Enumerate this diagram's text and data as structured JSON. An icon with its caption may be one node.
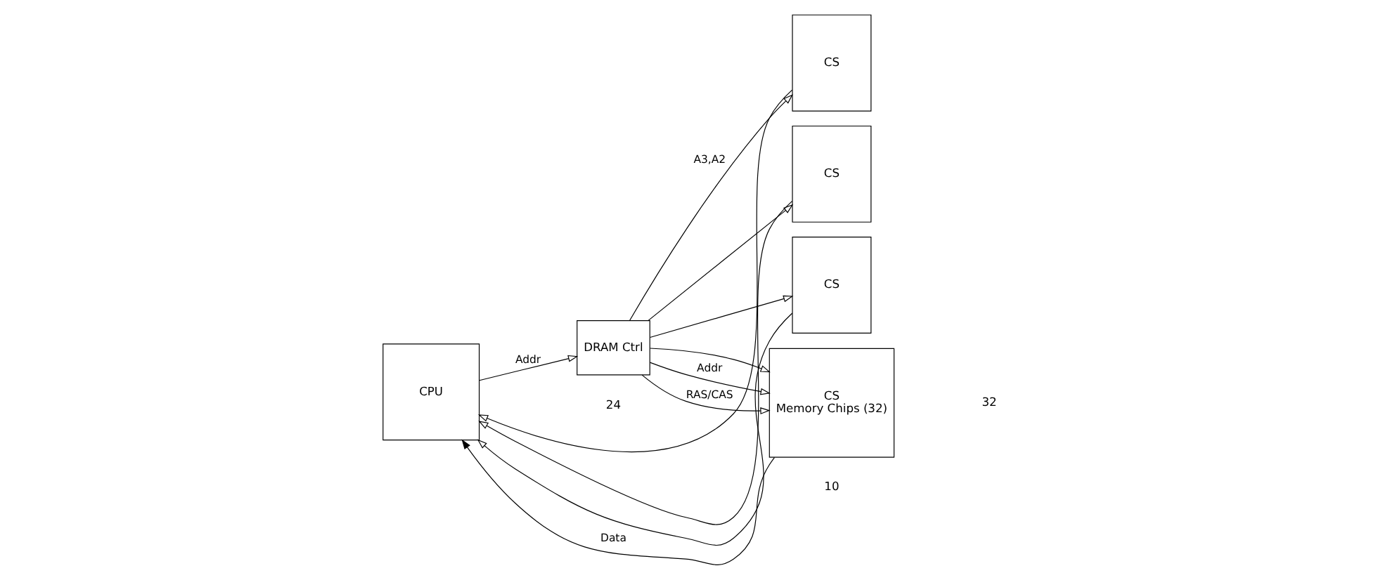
{
  "diagram": {
    "nodes": [
      {
        "text": [
          "CPU"
        ]
      },
      {
        "text": [
          "DRAM Ctrl"
        ]
      },
      {
        "text": [
          "CS"
        ]
      },
      {
        "text": [
          "CS"
        ]
      },
      {
        "text": [
          "CS"
        ]
      },
      {
        "text": [
          "CS",
          "Memory Chips (32)"
        ]
      }
    ],
    "edges": [
      {
        "from": 0,
        "to": 1,
        "arrow": "to",
        "label": "Addr"
      },
      {
        "from": 1,
        "to": 2,
        "arrow": "to",
        "label": "A3,A2"
      },
      {
        "from": 1,
        "to": 3,
        "arrow": "to"
      },
      {
        "from": 1,
        "to": 4,
        "arrow": "to"
      },
      {
        "from": 1,
        "to": 5,
        "arrow": "to"
      },
      {
        "from": 1,
        "to": 5,
        "arrow": "to",
        "label": "Addr"
      },
      {
        "from": 1,
        "to": 5,
        "arrow": "to",
        "label": "RAS/CAS"
      },
      {
        "from": 2,
        "to": 0,
        "arrow": "to"
      },
      {
        "from": 3,
        "to": 0,
        "arrow": "to"
      },
      {
        "from": 4,
        "to": 0,
        "arrow": "to"
      },
      {
        "from": 5,
        "to": 0,
        "arrow": "to",
        "label": "Data"
      }
    ],
    "labels": [
      "24",
      "10",
      "32"
    ]
  }
}
